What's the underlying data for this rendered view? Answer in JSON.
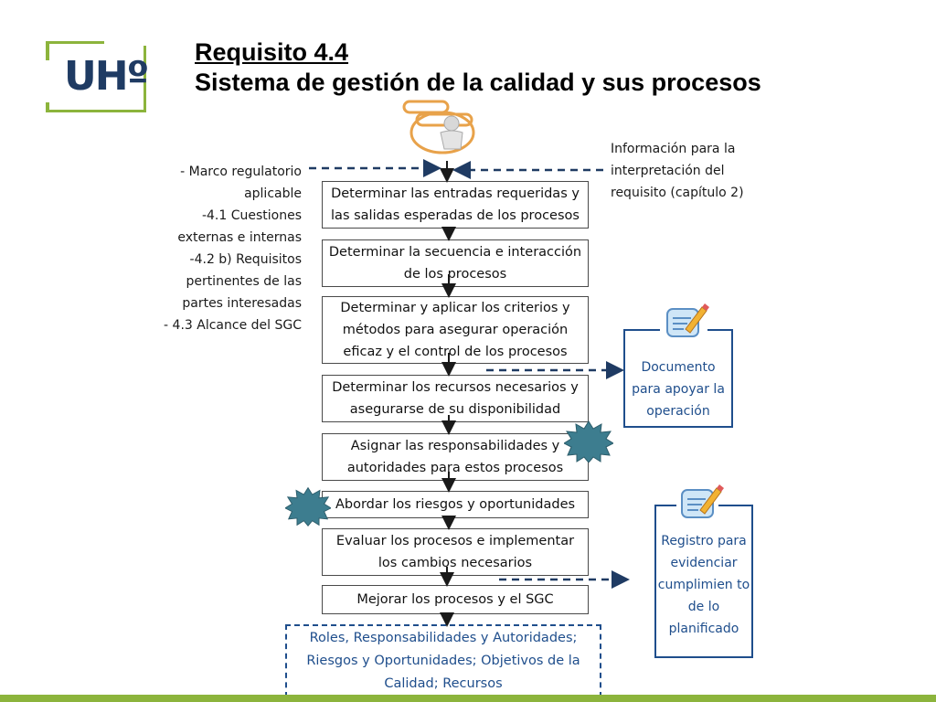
{
  "logo": {
    "text": "UHº"
  },
  "title": {
    "line1": "Requisito 4.4",
    "line2": "Sistema de gestión de la calidad y sus procesos"
  },
  "inputs": {
    "left_text": "- Marco regulatorio aplicable\n-4.1 Cuestiones externas e internas\n-4.2 b) Requisitos pertinentes de las partes interesadas\n- 4.3 Alcance del SGC",
    "right_text": "Información para la interpretación del requisito (capítulo 2)"
  },
  "steps": [
    "Determinar las entradas requeridas y las salidas esperadas de los procesos",
    "Determinar la secuencia e interacción de los procesos",
    "Determinar y aplicar los criterios y métodos para asegurar operación eficaz y el control de los procesos",
    "Determinar los recursos necesarios y asegurarse de su disponibilidad",
    "Asignar las responsabilidades y autoridades para estos procesos",
    "Abordar los riesgos y oportunidades",
    "Evaluar los procesos e implementar los cambios necesarios",
    "Mejorar los procesos y el SGC"
  ],
  "outputs": {
    "document": "Documento para apoyar la operación",
    "record": "Registro para evidenciar cumplimien to de  lo planificado",
    "bottom": "Roles, Responsabilidades y Autoridades; Riesgos y Oportunidades; Objetivos de la Calidad; Recursos"
  },
  "icons": {
    "person": "process-person-icon",
    "document": "document-edit-icon",
    "record": "record-edit-icon",
    "star": "starburst-icon"
  },
  "colors": {
    "brand_green": "#8cb43c",
    "brand_blue": "#1f3b63",
    "dashed_blue": "#1f4e8c",
    "star_teal": "#3d7d8f"
  }
}
